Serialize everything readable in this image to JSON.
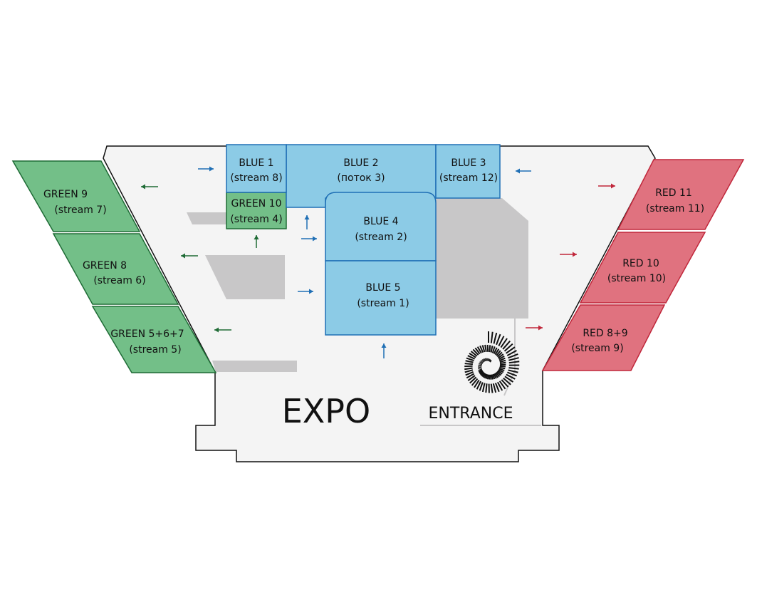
{
  "colors": {
    "blue": "#8ccbe6",
    "blue_stroke": "#1f6fb5",
    "green": "#73bf88",
    "green_stroke": "#1e6b35",
    "red": "#e0727f",
    "red_stroke": "#c0263a",
    "floor": "#f4f4f4",
    "obstacle": "#c8c7c8"
  },
  "halls": {
    "blue1": {
      "name": "BLUE 1",
      "stream": "(stream 8)"
    },
    "blue2": {
      "name": "BLUE 2",
      "stream": "(поток 3)"
    },
    "blue3": {
      "name": "BLUE 3",
      "stream": "(stream 12)"
    },
    "blue4": {
      "name": "BLUE 4",
      "stream": "(stream 2)"
    },
    "blue5": {
      "name": "BLUE 5",
      "stream": "(stream 1)"
    },
    "green10": {
      "name": "GREEN 10",
      "stream": "(stream 4)"
    },
    "green9": {
      "name": "GREEN 9",
      "stream": "(stream 7)"
    },
    "green8": {
      "name": "GREEN 8",
      "stream": "(stream 6)"
    },
    "green567": {
      "name": "GREEN 5+6+7",
      "stream": "(stream 5)"
    },
    "red11": {
      "name": "RED 11",
      "stream": "(stream 11)"
    },
    "red10": {
      "name": "RED 10",
      "stream": "(stream 10)"
    },
    "red89": {
      "name": "RED 8+9",
      "stream": "(stream 9)"
    }
  },
  "labels": {
    "expo": "EXPO",
    "entrance": "ENTRANCE"
  }
}
